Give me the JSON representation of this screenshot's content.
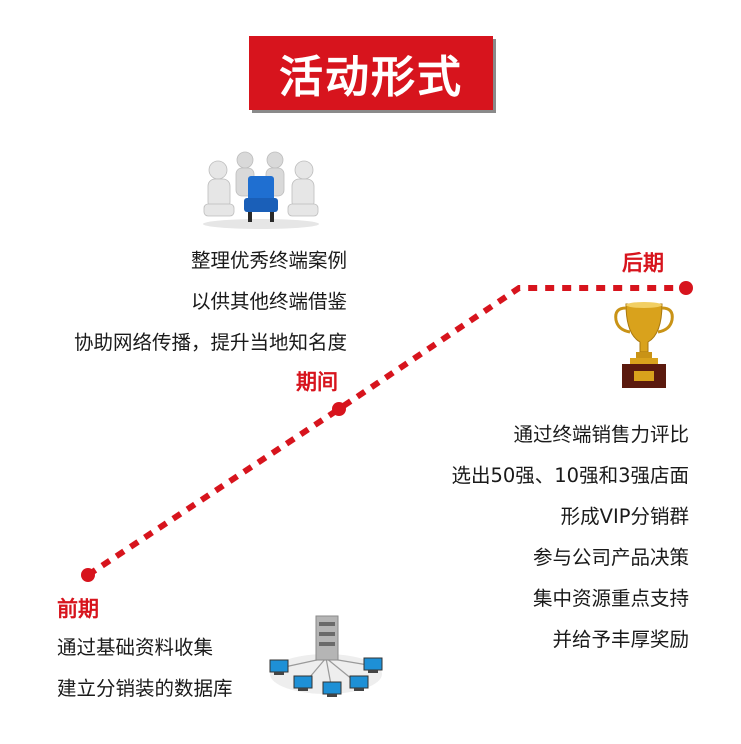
{
  "title": "活动形式",
  "colors": {
    "accent": "#d7141d",
    "text": "#1a1a1a"
  },
  "stages": {
    "early": {
      "label": "前期",
      "lines": [
        "通过基础资料收集",
        "建立分销装的数据库"
      ],
      "icon": "network-computers-icon"
    },
    "middle": {
      "label": "期间",
      "lines": [
        "整理优秀终端案例",
        "以供其他终端借鉴",
        "协助网络传播，提升当地知名度"
      ],
      "icon": "meeting-people-icon"
    },
    "late": {
      "label": "后期",
      "lines": [
        "通过终端销售力评比",
        "选出50强、10强和3强店面",
        "形成VIP分销群",
        "参与公司产品决策",
        "集中资源重点支持",
        "并给予丰厚奖励"
      ],
      "icon": "trophy-icon"
    }
  }
}
